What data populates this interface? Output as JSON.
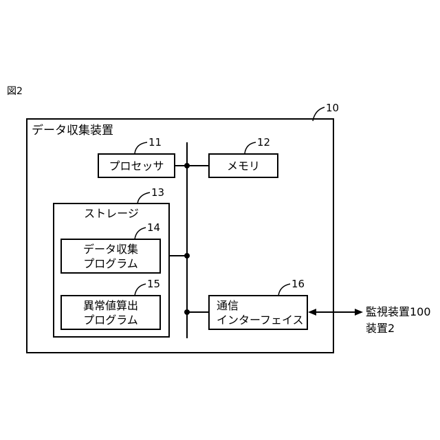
{
  "figure": {
    "label": "図2"
  },
  "device": {
    "title": "データ収集装置",
    "ref": "10"
  },
  "processor": {
    "label": "プロセッサ",
    "ref": "11"
  },
  "memory": {
    "label": "メモリ",
    "ref": "12"
  },
  "storage": {
    "label": "ストレージ",
    "ref": "13"
  },
  "collect_program": {
    "line1": "データ収集",
    "line2": "プログラム",
    "ref": "14"
  },
  "anomaly_program": {
    "line1": "異常値算出",
    "line2": "プログラム",
    "ref": "15"
  },
  "comm_interface": {
    "line1": "通信",
    "line2": "インターフェイス",
    "ref": "16"
  },
  "external": {
    "line1": "監視装置100",
    "line2": "装置2"
  }
}
